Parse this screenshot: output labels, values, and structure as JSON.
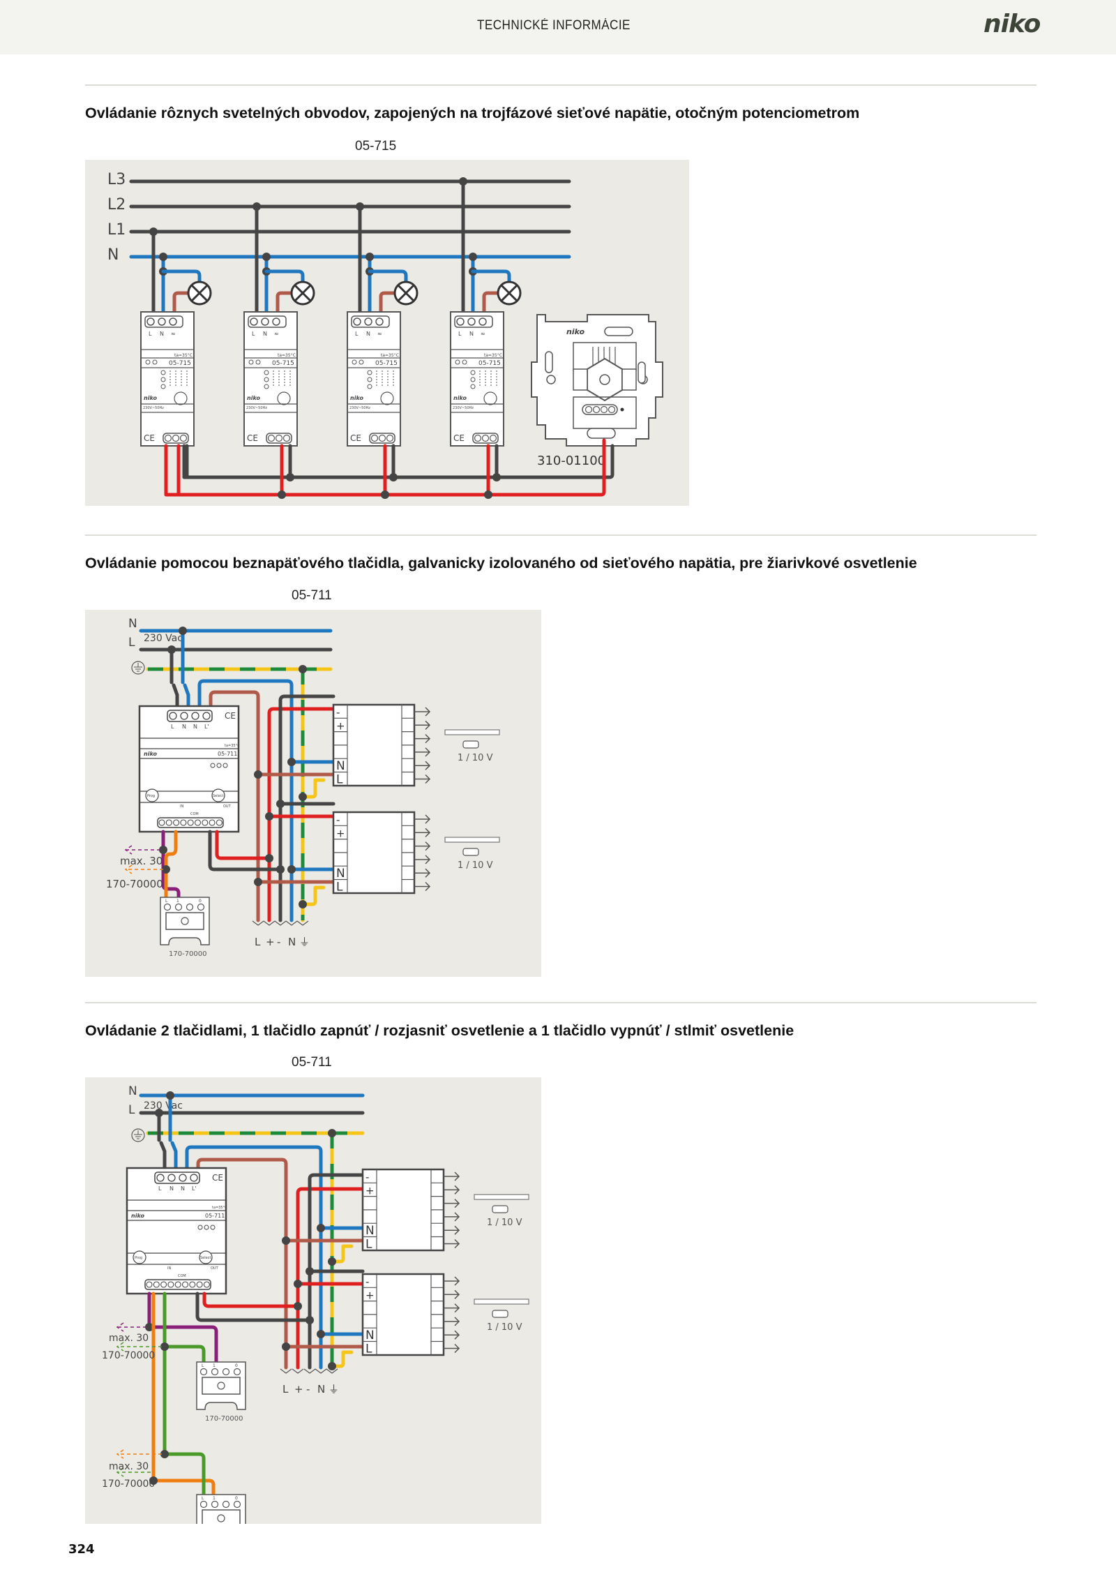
{
  "header": {
    "title": "TECHNICKÉ INFORMÁCIE",
    "logo": "niko"
  },
  "sections": [
    {
      "title": "Ovládanie rôznych svetelných obvodov, zapojených na trojfázové sieťové napätie, otočným potenciometrom",
      "product_code": "05-715",
      "diagram": {
        "bus_labels": [
          "L3",
          "L2",
          "L1",
          "N"
        ],
        "dimmer_modules": [
          {
            "model": "05-715",
            "terminals": [
              "L",
              "N",
              "≈"
            ],
            "rating": "ta=35°C",
            "supply": "230V~50Hz",
            "brand": "niko",
            "phase": "L1"
          },
          {
            "model": "05-715",
            "terminals": [
              "L",
              "N",
              "≈"
            ],
            "rating": "ta=35°C",
            "supply": "230V~50Hz",
            "brand": "niko",
            "phase": "L2"
          },
          {
            "model": "05-715",
            "terminals": [
              "L",
              "N",
              "≈"
            ],
            "rating": "ta=35°C",
            "supply": "230V~50Hz",
            "brand": "niko",
            "phase": "L2"
          },
          {
            "model": "05-715",
            "terminals": [
              "L",
              "N",
              "≈"
            ],
            "rating": "ta=35°C",
            "supply": "230V~50Hz",
            "brand": "niko",
            "phase": "L3"
          }
        ],
        "potentiometer": {
          "code": "310-01100",
          "brand": "niko"
        }
      }
    },
    {
      "title": "Ovládanie pomocou beznapäťového tlačidla, galvanicky izolovaného od sieťového napätia, pre žiarivkové osvetlenie",
      "product_code": "05-711",
      "diagram": {
        "bus_labels": [
          "N",
          "L"
        ],
        "voltage": "230 Vac",
        "controller": {
          "model": "05-711",
          "brand": "niko",
          "terminals": [
            "L",
            "N",
            "N",
            "L'"
          ],
          "rating": "ta=35°C",
          "buttons": [
            "Prog",
            "Select"
          ],
          "io": [
            "IN",
            "OUT",
            "COM"
          ]
        },
        "ballasts": [
          {
            "terminals": [
              "-",
              "+",
              "",
              "",
              "N",
              "L"
            ],
            "label": "1 / 10 V"
          },
          {
            "terminals": [
              "-",
              "+",
              "",
              "",
              "N",
              "L"
            ],
            "label": "1 / 10 V"
          }
        ],
        "pushbuttons": [
          {
            "max_label": "max. 30",
            "code": "170-70000",
            "device_code": "170-70000",
            "terminals": [
              "L",
              "1",
              "0"
            ]
          }
        ],
        "output_labels": [
          "L",
          "+",
          "-",
          "N",
          "⏚"
        ]
      }
    },
    {
      "title": "Ovládanie 2 tlačidlami, 1 tlačidlo zapnúť / rozjasniť osvetlenie a 1 tlačidlo vypnúť / stlmiť osvetlenie",
      "product_code": "05-711",
      "diagram": {
        "bus_labels": [
          "N",
          "L"
        ],
        "voltage": "230 Vac",
        "controller": {
          "model": "05-711",
          "brand": "niko",
          "terminals": [
            "L",
            "N",
            "N",
            "L'"
          ],
          "rating": "ta=35°C",
          "buttons": [
            "Prog",
            "Select"
          ],
          "io": [
            "IN",
            "OUT",
            "COM"
          ]
        },
        "ballasts": [
          {
            "terminals": [
              "-",
              "+",
              "",
              "",
              "N",
              "L"
            ],
            "label": "1 / 10 V"
          },
          {
            "terminals": [
              "-",
              "+",
              "",
              "",
              "N",
              "L"
            ],
            "label": "1 / 10 V"
          }
        ],
        "pushbuttons": [
          {
            "max_label": "max. 30",
            "code": "170-70000",
            "device_code": "170-70000",
            "terminals": [
              "L",
              "1",
              "0"
            ]
          },
          {
            "max_label": "max. 30",
            "code": "170-70000",
            "device_code": "170-70000",
            "terminals": [
              "L",
              "1",
              "0"
            ]
          }
        ],
        "output_labels": [
          "L",
          "+",
          "-",
          "N",
          "⏚"
        ]
      }
    }
  ],
  "colors": {
    "phase": "#454545",
    "neutral": "#1f77c0",
    "switched": "#b05a4a",
    "control_red": "#e02020",
    "earth_green": "#1e8a3a",
    "earth_yellow": "#f5c518",
    "purple": "#8a1f7a",
    "orange": "#f07d10",
    "green": "#4a9a2a",
    "panel_bg": "#ebeae5"
  },
  "footer": {
    "page_number": "324"
  }
}
